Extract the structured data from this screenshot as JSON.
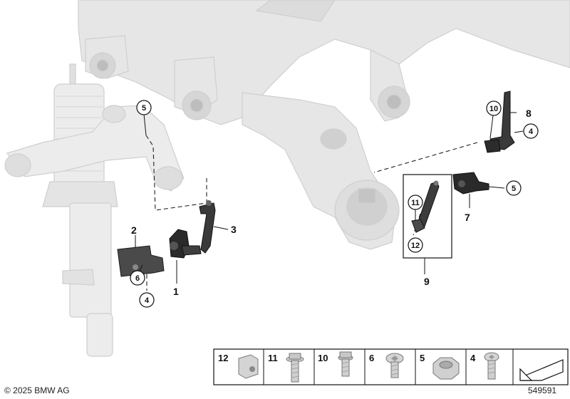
{
  "callouts": {
    "c1": "1",
    "c2": "2",
    "c3": "3",
    "c4a": "4",
    "c4b": "4",
    "c5a": "5",
    "c5b": "5",
    "c6": "6",
    "c7": "7",
    "c8": "8",
    "c9": "9",
    "c10": "10",
    "c11": "11",
    "c12": "12"
  },
  "legend": {
    "items": [
      "12",
      "11",
      "10",
      "6",
      "5",
      "4"
    ]
  },
  "footer": {
    "copyright": "© 2025 BMW AG",
    "diagram_number": "549591"
  },
  "colors": {
    "frame": "#e4e4e4",
    "frame_edge": "#c8c8c8",
    "part_dark": "#2a2a2a",
    "part_mid": "#5a5a5a"
  }
}
